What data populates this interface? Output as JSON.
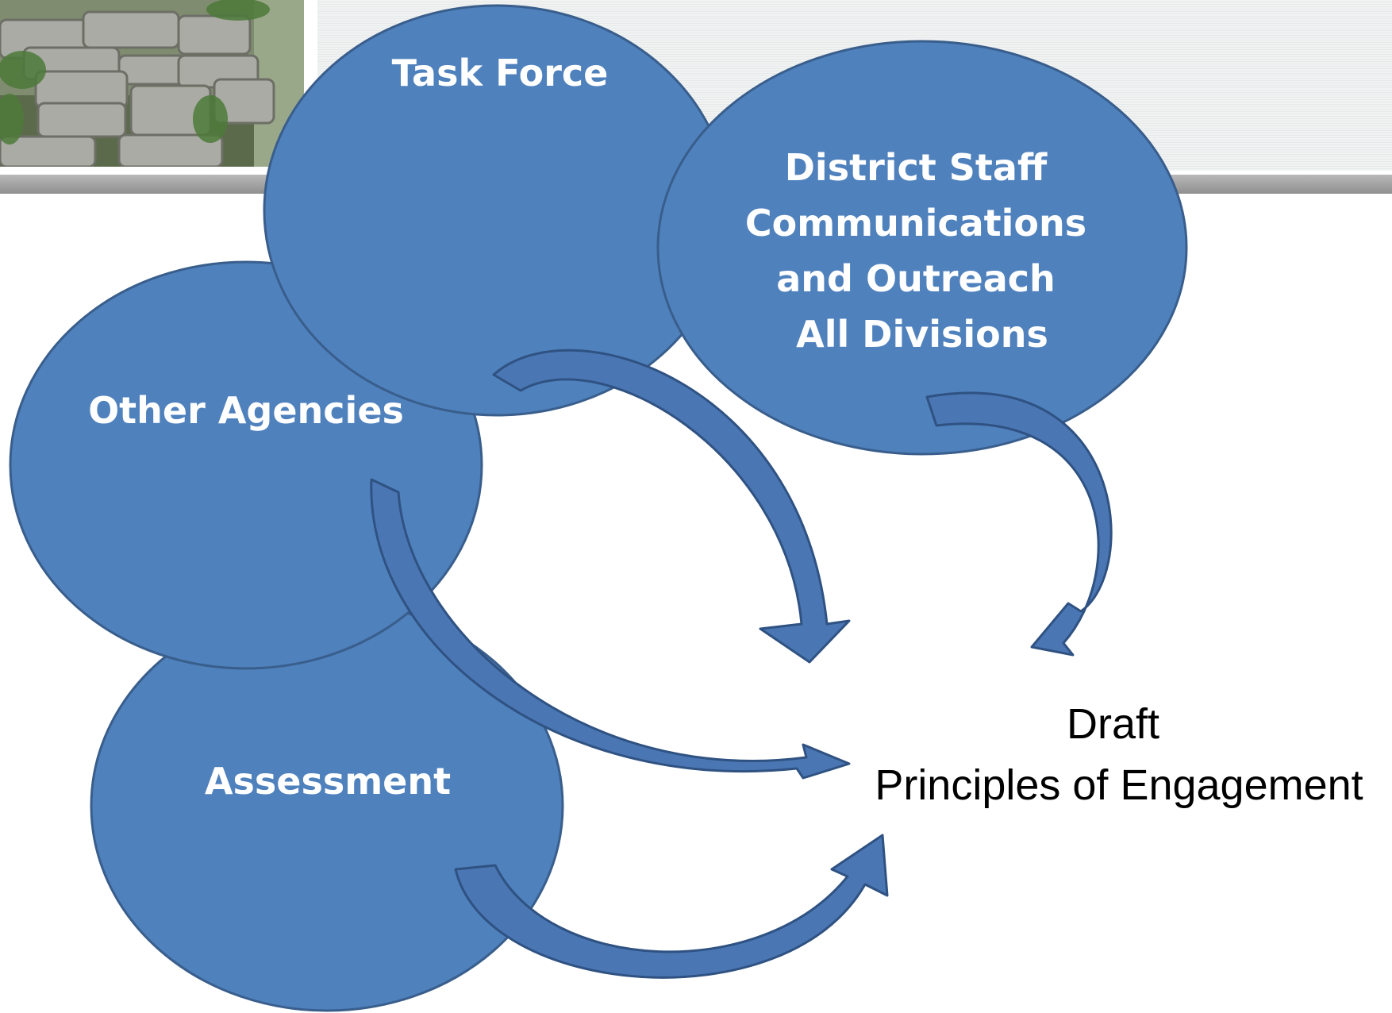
{
  "colors": {
    "circle_fill": "#4f81bd",
    "circle_stroke": "#395e8c",
    "arrow_fill": "#4a77b4",
    "arrow_shade": "#3b6298",
    "arrow_stroke": "#2f5282"
  },
  "header": {
    "image_icon": "stepping-stones-photo"
  },
  "nodes": {
    "task_force": {
      "lines": [
        "Task Force"
      ]
    },
    "district_staff": {
      "lines": [
        "District Staff",
        "Communications",
        "and Outreach",
        "All Divisions"
      ]
    },
    "other_agencies": {
      "lines": [
        "Other Agencies"
      ]
    },
    "assessment": {
      "lines": [
        "Assessment"
      ]
    }
  },
  "result": {
    "lines": [
      "Draft",
      "Principles of Engagement"
    ]
  }
}
